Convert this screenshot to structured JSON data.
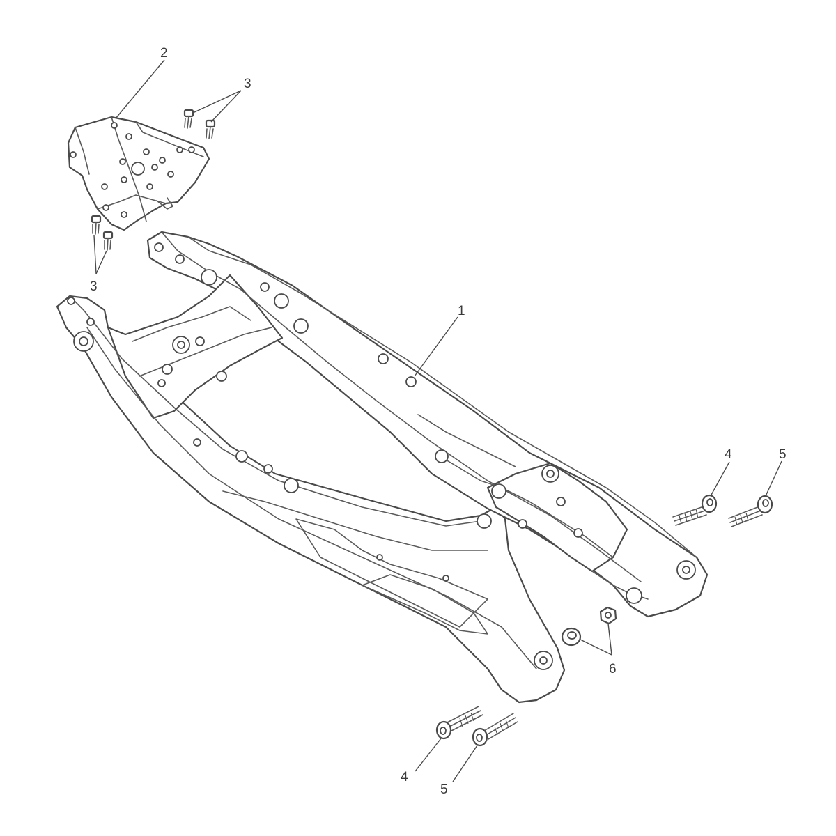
{
  "diagram": {
    "callouts": {
      "c1": "1",
      "c2": "2",
      "c3a": "3",
      "c3b": "3",
      "c4a": "4",
      "c4b": "4",
      "c5a": "5",
      "c5b": "5",
      "c6": "6"
    }
  }
}
